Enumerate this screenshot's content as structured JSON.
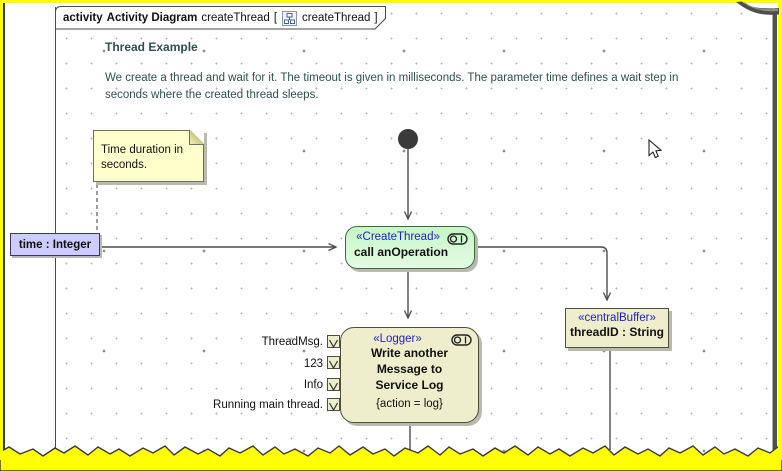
{
  "frame_tab": {
    "kind": "activity",
    "diagram_type": "Activity Diagram",
    "diagram_name": "createThread",
    "open_bracket": "[",
    "ref_name": "createThread",
    "close_bracket": "]"
  },
  "description": {
    "heading": "Thread Example",
    "body": "We create a thread and wait for it. The timeout is given in milliseconds. The parameter time defines a wait step in seconds where the created thread sleeps."
  },
  "note": {
    "text": "Time duration in seconds."
  },
  "activity_parameter": {
    "label": "time : Integer"
  },
  "create_thread_action": {
    "stereotype": "«CreateThread»",
    "name": "call anOperation"
  },
  "logger_action": {
    "stereotype": "«Logger»",
    "name_line1": "Write another",
    "name_line2": "Message to",
    "name_line3": "Service Log",
    "constraint": "{action = log}"
  },
  "value_pins": [
    "ThreadMsg.",
    "123",
    "Info",
    "Running main thread."
  ],
  "central_buffer": {
    "stereotype": "«centralBuffer»",
    "name": "threadID : String"
  },
  "colors": {
    "stereotype_blue": "#1d1dcf",
    "action_green": "#ccffcc",
    "node_tan": "#eeeecc",
    "note_yellow": "#ffffcc",
    "parameter_lavender": "#ccccff",
    "clip_border_yellow": "#ffff00",
    "text_dark_teal": "#2f4f4f",
    "edge_gray": "#4d4d4d"
  }
}
